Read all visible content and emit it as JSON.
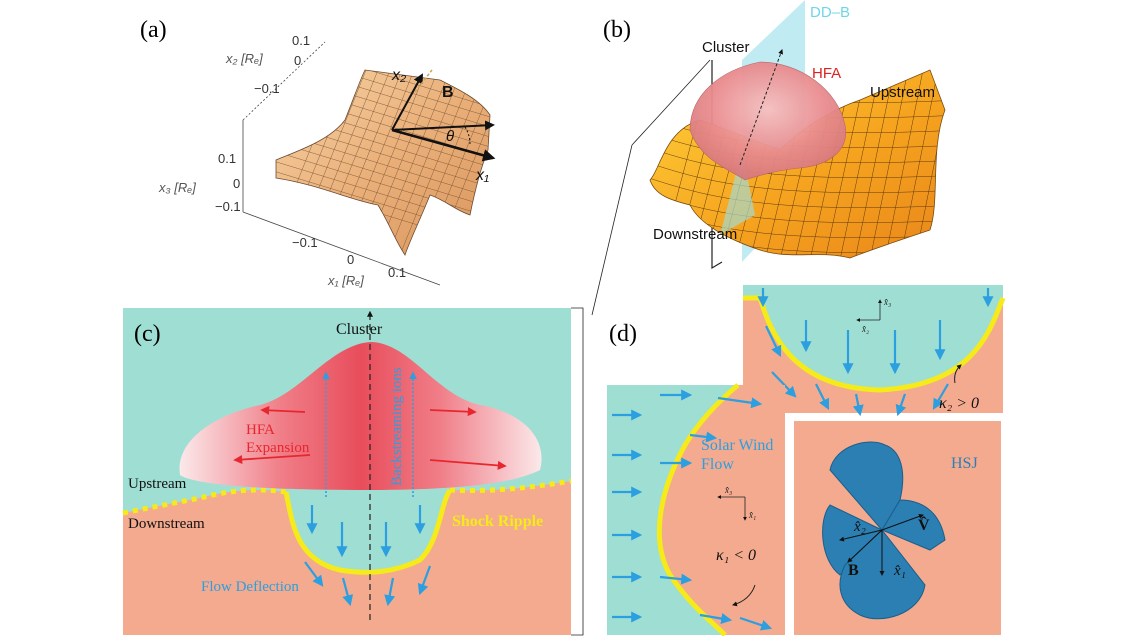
{
  "panel_a": {
    "label": "(a)",
    "ax_x2": "x₂ [Rₑ]",
    "ax_x3": "x₃ [Rₑ]",
    "ax_x1": "x₁ [Rₑ]",
    "x2_ticks": [
      "0.1",
      "0",
      "−0.1"
    ],
    "x3_ticks": [
      "0.1",
      "0",
      "−0.1"
    ],
    "x1_ticks": [
      "−0.1",
      "0",
      "0.1"
    ],
    "vec_x2": "x₂",
    "vec_B": "B",
    "vec_theta": "θ",
    "vec_x1": "x₁"
  },
  "panel_b": {
    "label": "(b)",
    "dd_b": "DD–B",
    "cluster": "Cluster",
    "hfa": "HFA",
    "upstream": "Upstream",
    "downstream": "Downstream"
  },
  "panel_c": {
    "label": "(c)",
    "cluster": "Cluster",
    "hfa_line1": "HFA",
    "hfa_line2": "Expansion",
    "backstreaming": "Backstreaming ions",
    "upstream": "Upstream",
    "downstream": "Downstream",
    "shock_ripple": "Shock Ripple",
    "flow_deflection": "Flow Deflection"
  },
  "panel_d": {
    "label": "(d)",
    "top_ax_x3": "x̂₃",
    "top_ax_x2": "x̂₂",
    "kappa2": "κ₂ > 0",
    "solar_wind_1": "Solar Wind",
    "solar_wind_2": "Flow",
    "left_ax_x3": "x̂₃",
    "left_ax_x1": "x̂₁",
    "kappa1": "κ₁ < 0",
    "hsj": "HSJ",
    "hsj_x2": "x̂₂",
    "hsj_V": "V̂",
    "hsj_B": "B",
    "hsj_x1": "x̂₁"
  },
  "colors": {
    "upstream_teal": "#9fded3",
    "downstream_salmon": "#f4aa8e",
    "shock_yellow": "#f5ea1a",
    "flow_blue": "#2b9fe0",
    "hfa_red": "#e84d5b",
    "hsj_blue": "#2b7fb3",
    "dd_cyan": "#6fd6e8"
  }
}
